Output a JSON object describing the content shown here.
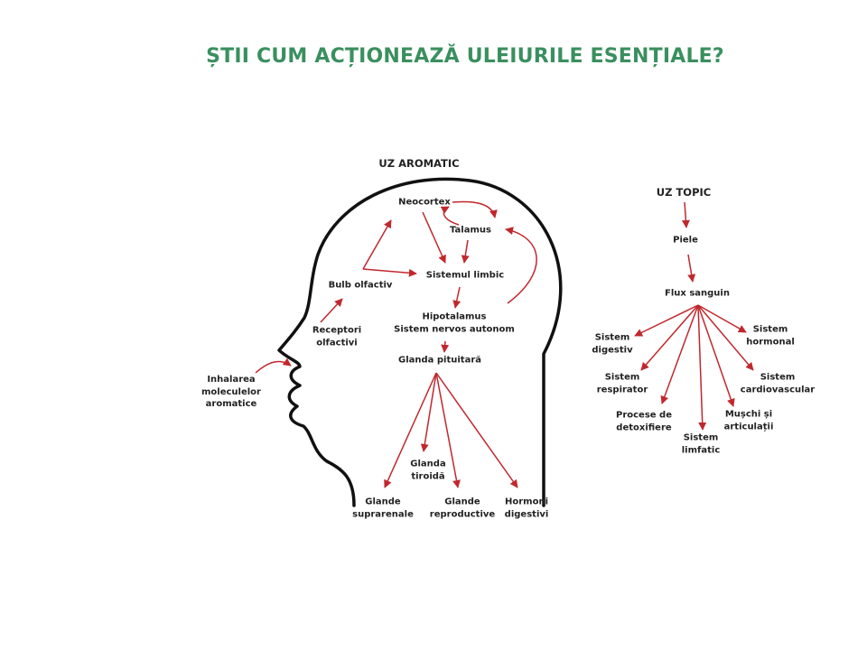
{
  "title": "ȘTII CUM ACȚIONEAZĂ ULEIURILE ESENȚIALE?",
  "colors": {
    "title": "#3a8f5f",
    "arrow": "#c0282e",
    "outline": "#111111",
    "text": "#222222"
  },
  "aromatic": {
    "heading": "UZ AROMATIC",
    "inhalarea": [
      "Inhalarea",
      "moleculelor",
      "aromatice"
    ],
    "receptori": [
      "Receptori",
      "olfactivi"
    ],
    "bulb": [
      "Bulb olfactiv"
    ],
    "neocortex": [
      "Neocortex"
    ],
    "talamus": [
      "Talamus"
    ],
    "limbic": [
      "Sistemul limbic"
    ],
    "hipotalamus": [
      "Hipotalamus",
      "Sistem nervos autonom"
    ],
    "pituitara": [
      "Glanda pituitară"
    ],
    "tiroida": [
      "Glanda",
      "tiroidă"
    ],
    "suprarenale": [
      "Glande",
      "suprarenale"
    ],
    "reproductive": [
      "Glande",
      "reproductive"
    ],
    "hormoni": [
      "Hormoni",
      "digestivi"
    ]
  },
  "topic": {
    "heading": "UZ TOPIC",
    "piele": [
      "Piele"
    ],
    "flux": [
      "Flux sanguin"
    ],
    "digestiv": [
      "Sistem",
      "digestiv"
    ],
    "respirator": [
      "Sistem",
      "respirator"
    ],
    "detox": [
      "Procese de",
      "detoxifiere"
    ],
    "limfatic": [
      "Sistem",
      "limfatic"
    ],
    "muschi": [
      "Mușchi și",
      "articulații"
    ],
    "cardio": [
      "Sistem",
      "cardiovascular"
    ],
    "hormonal": [
      "Sistem",
      "hormonal"
    ]
  }
}
